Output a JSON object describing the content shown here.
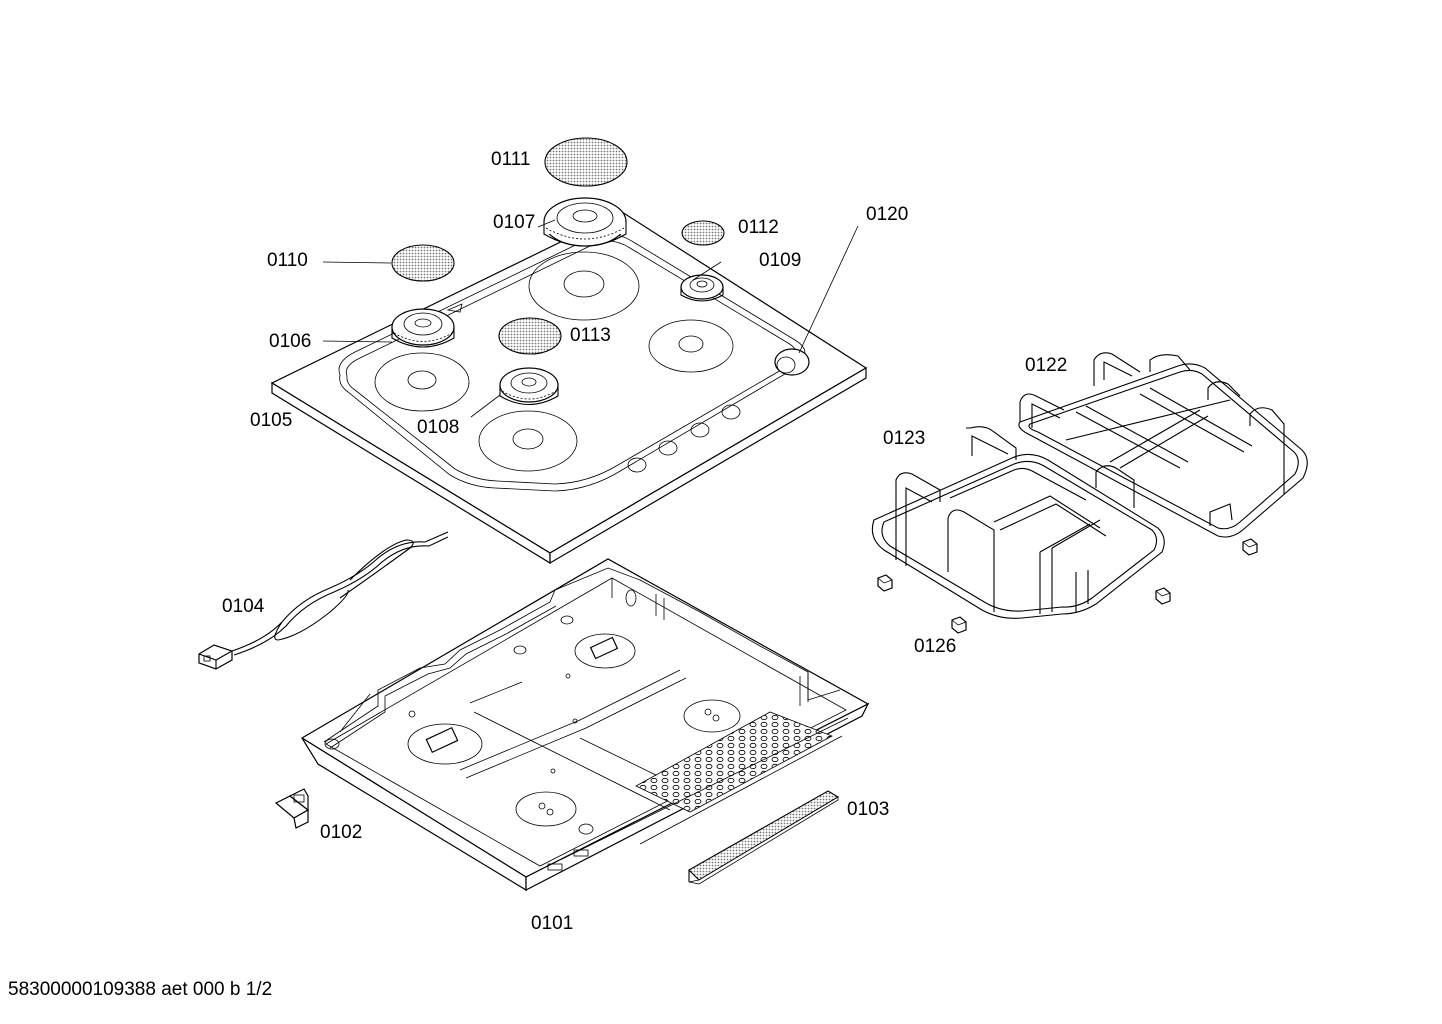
{
  "parts": {
    "p0101": "0101",
    "p0102": "0102",
    "p0103": "0103",
    "p0104": "0104",
    "p0105": "0105",
    "p0106": "0106",
    "p0107": "0107",
    "p0108": "0108",
    "p0109": "0109",
    "p0110": "0110",
    "p0111": "0111",
    "p0112": "0112",
    "p0113": "0113",
    "p0120": "0120",
    "p0122": "0122",
    "p0123": "0123",
    "p0126": "0126"
  },
  "footer": "58300000109388 aet 000 b 1/2",
  "colors": {
    "line": "#000000",
    "background": "#ffffff",
    "mesh": "#888888"
  }
}
